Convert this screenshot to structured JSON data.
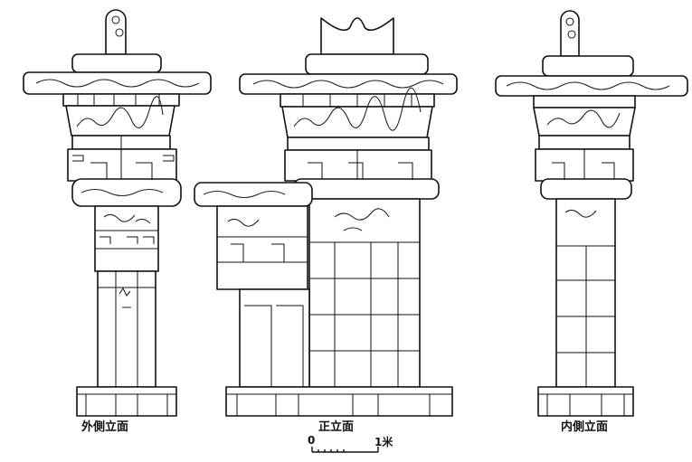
{
  "labels": {
    "outer_side": "外側立面",
    "front": "正立面",
    "inner_side": "内側立面"
  },
  "scale_bar": {
    "zero": "0",
    "one_meter": "1米"
  }
}
